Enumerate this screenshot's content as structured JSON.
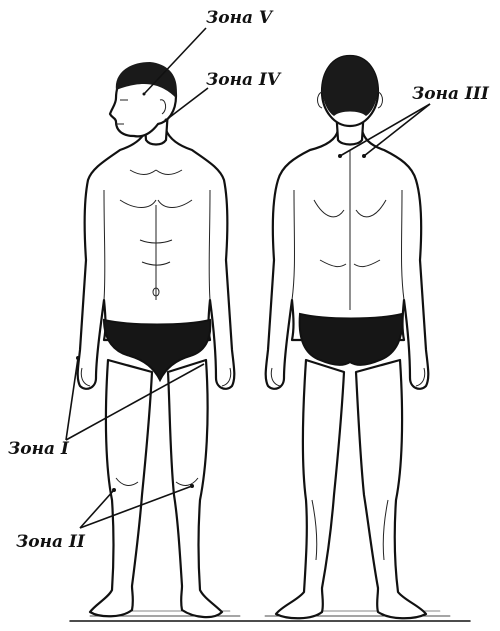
{
  "labels": {
    "zone_5": "Зона V",
    "zone_4": "Зона IV",
    "zone_3": "Зона III",
    "zone_1": "Зона I",
    "zone_2": "Зона II"
  },
  "colors": {
    "ink": "#111111",
    "paper": "#ffffff"
  }
}
